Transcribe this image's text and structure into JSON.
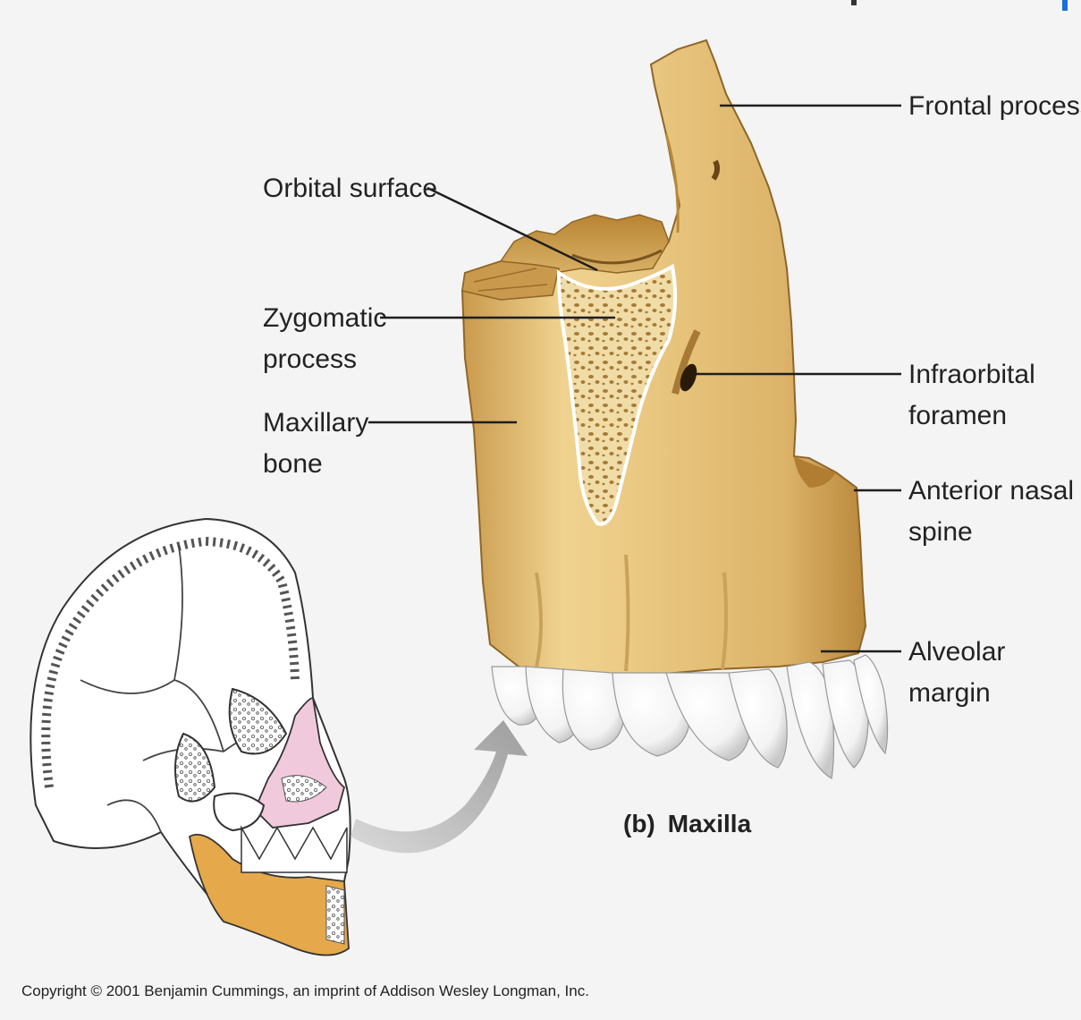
{
  "labels": {
    "frontal_process": "Frontal process",
    "orbital_surface": "Orbital surface",
    "zygomatic_process": [
      "Zygomatic",
      "process"
    ],
    "infraorbital_foramen": [
      "Infraorbital",
      "foramen"
    ],
    "maxillary_bone": [
      "Maxillary",
      "bone"
    ],
    "anterior_nasal_spine": [
      "Anterior nasal",
      "spine"
    ],
    "alveolar_margin": [
      "Alveolar",
      "margin"
    ]
  },
  "caption": {
    "part": "(b)",
    "name": "Maxilla"
  },
  "copyright": "Copyright © 2001 Benjamin Cummings, an imprint of Addison Wesley Longman, Inc.",
  "colors": {
    "background": "#f4f4f4",
    "bone": "#e7c47c",
    "bone_shadow": "#b88a3c",
    "spongy_bone": "#f0dca7",
    "tooth": "#ffffff",
    "skull_highlight": "#f1c9dd",
    "mandible": "#e5a84a",
    "arrow": "#b3b3b3",
    "accent_blue": "#1a6fd8"
  }
}
